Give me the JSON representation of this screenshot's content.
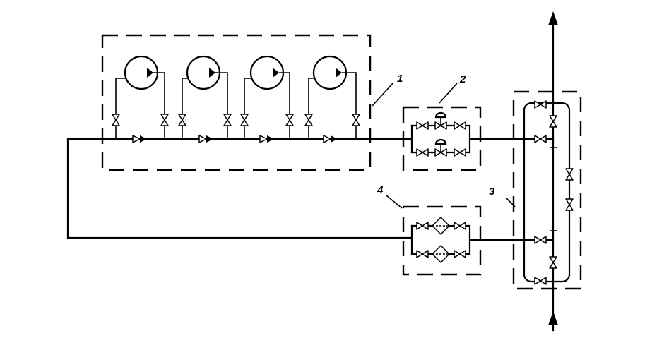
{
  "labels": {
    "pump_unit": "1",
    "valve_unit": "2",
    "manifold_unit": "3",
    "filter_unit": "4"
  },
  "colors": {
    "line": "#000000",
    "background": "#ffffff"
  },
  "symbols": {
    "pump": "pump-icon",
    "valve": "gate-valve-icon",
    "check_valve": "check-valve-icon",
    "control_valve": "control-valve-icon",
    "filter": "filter-icon",
    "flow_arrow": "flow-arrow-icon"
  }
}
